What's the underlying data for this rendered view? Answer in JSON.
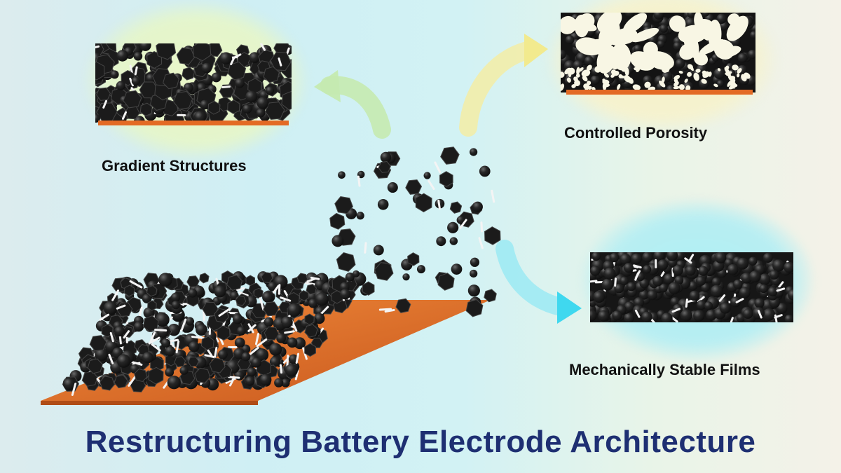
{
  "labels": {
    "gradient": "Gradient Structures",
    "porosity": "Controlled Porosity",
    "stable": "Mechanically Stable Films"
  },
  "title": "Restructuring Battery Electrode Architecture",
  "icons": {
    "arrow_left": "curved-arrow-green",
    "arrow_top_right": "curved-arrow-yellow",
    "arrow_bottom_right": "curved-arrow-cyan"
  },
  "colors": {
    "substrate": "#e0702a",
    "particle": "#1c1c1c",
    "binder": "#f4f4f4",
    "title": "#1e2f72",
    "arrow_green": "#bfe8a8",
    "arrow_yellow": "#f3ee9a",
    "arrow_cyan": "#3fd8ef"
  }
}
